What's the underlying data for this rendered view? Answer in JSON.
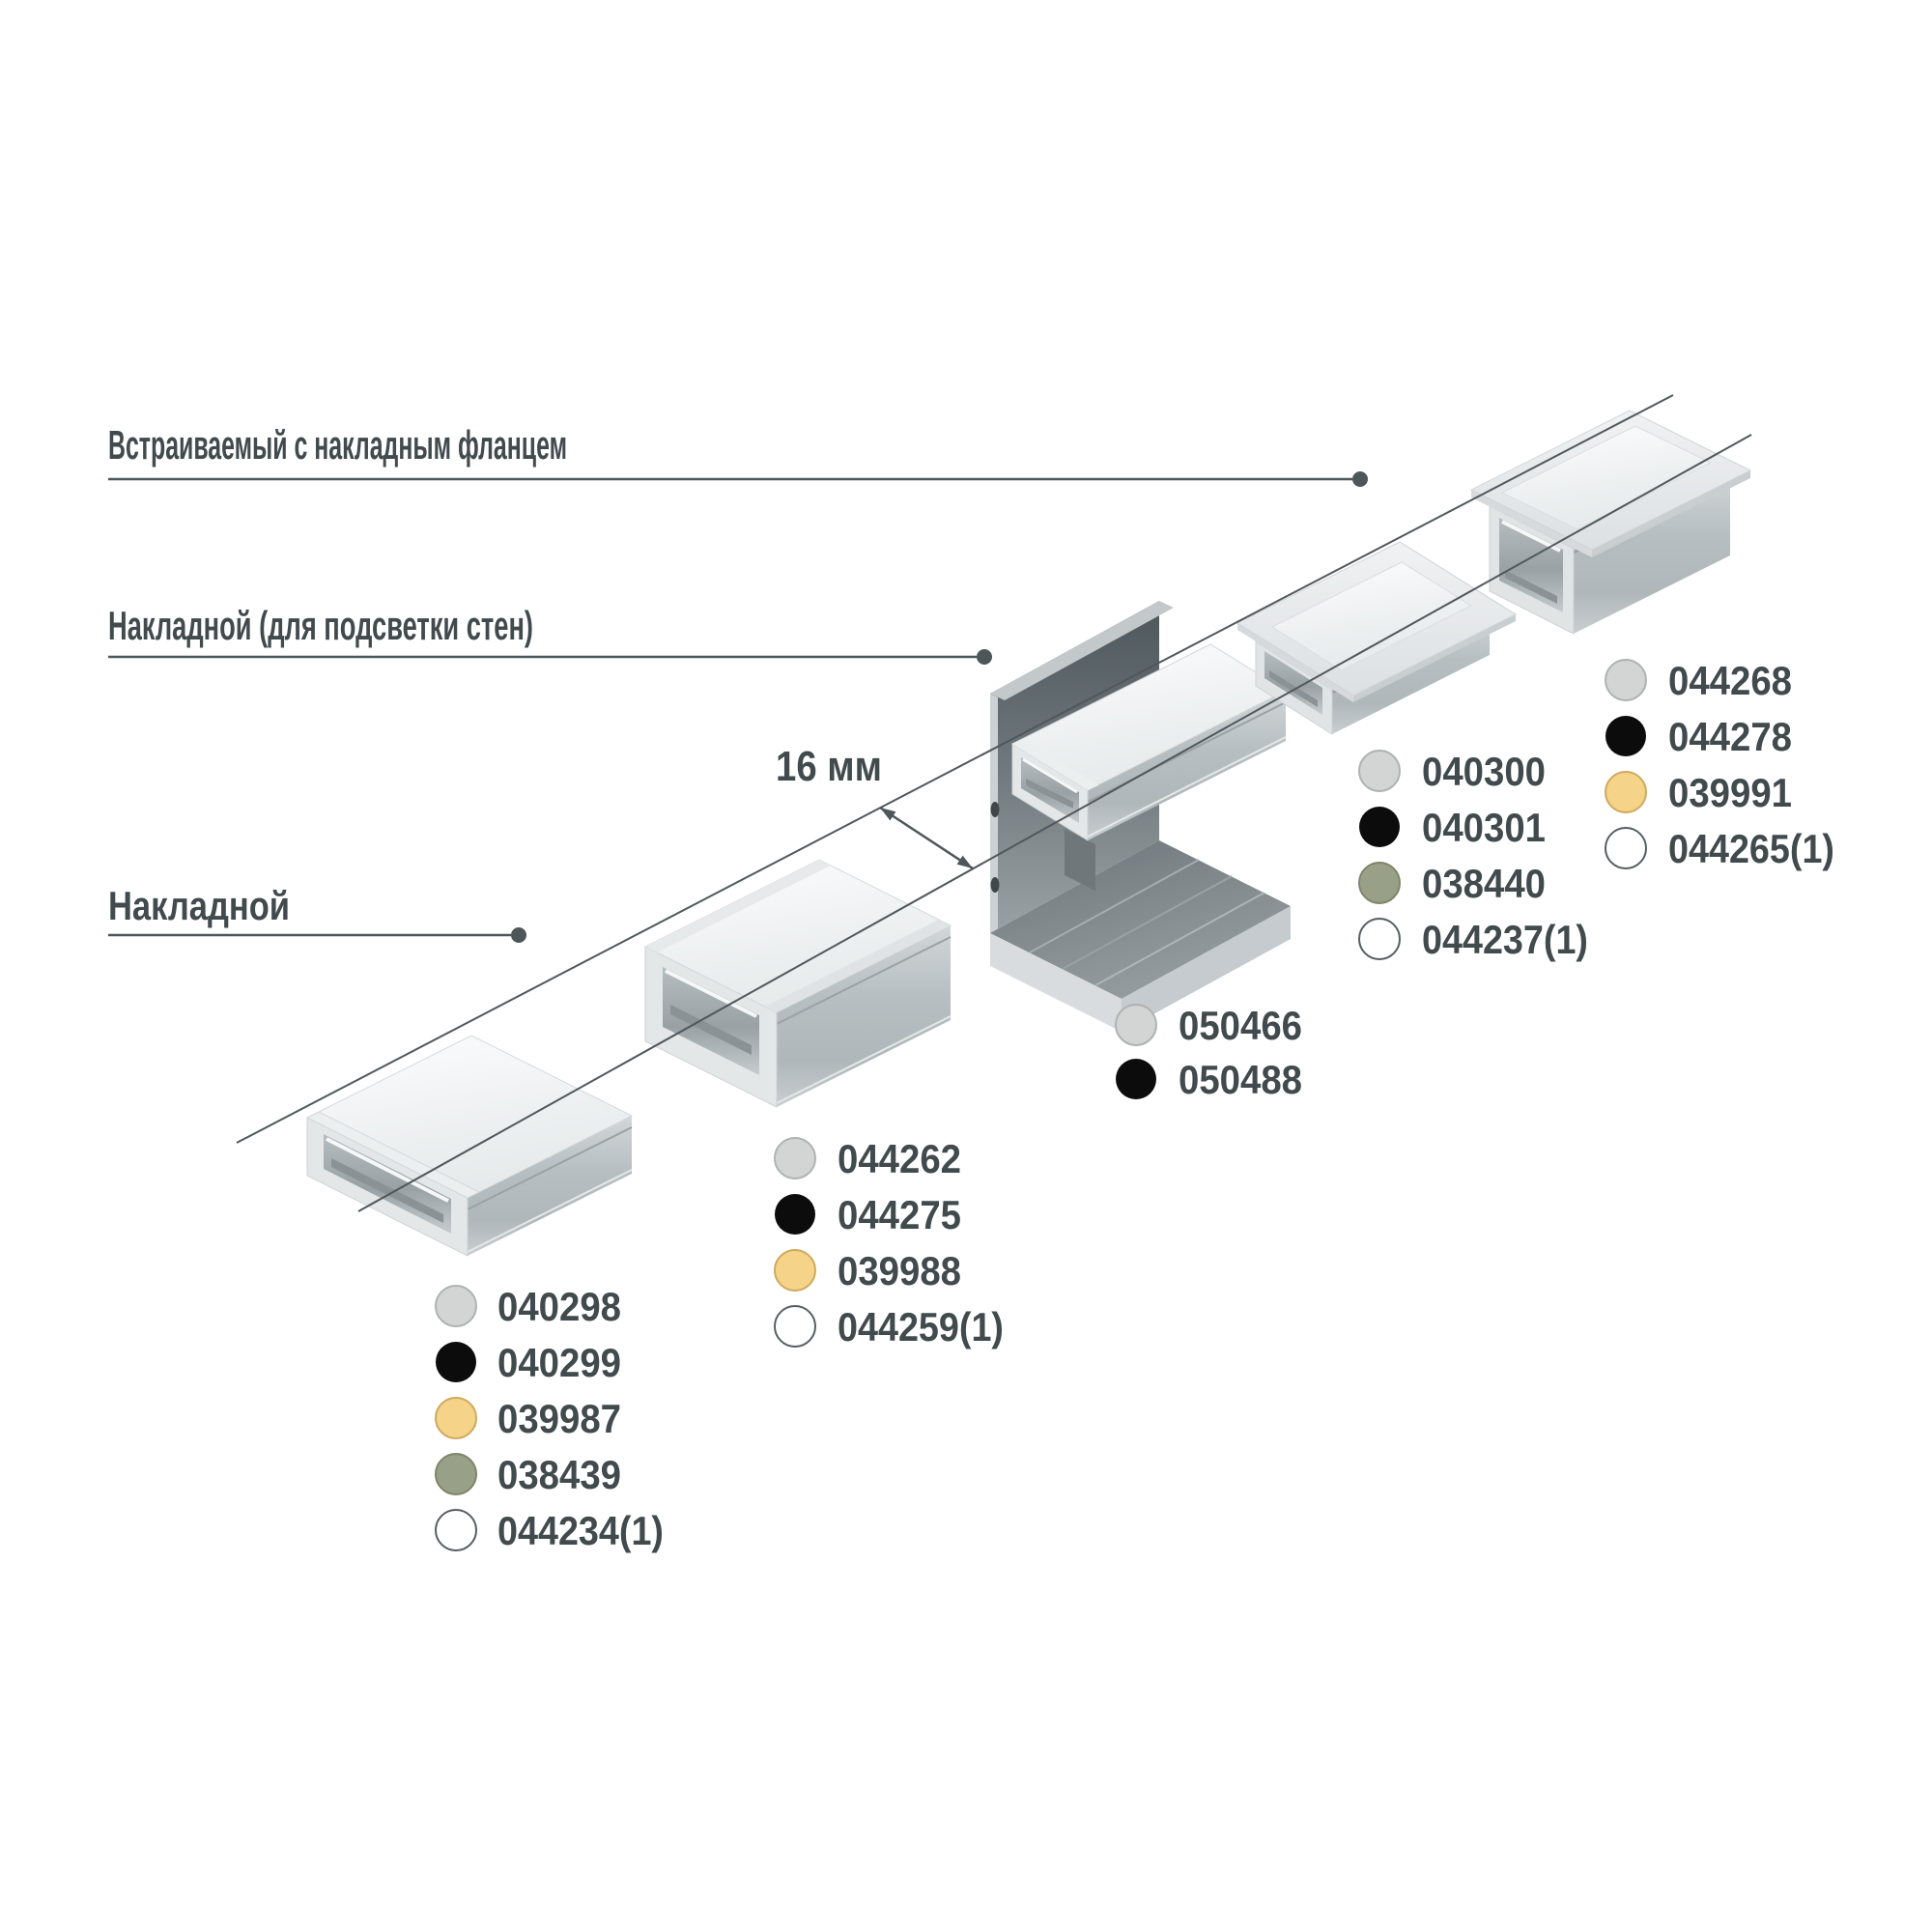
{
  "labels": {
    "recessed_flange": "Встраиваемый с накладным фланцем",
    "surface_wall": "Накладной (для подсветки стен)",
    "surface": "Накладной",
    "dimension": "16 мм"
  },
  "code_groups": [
    {
      "id": "surface-low",
      "items": [
        {
          "code": "040298",
          "variant": "silver"
        },
        {
          "code": "040299",
          "variant": "black"
        },
        {
          "code": "039987",
          "variant": "cream"
        },
        {
          "code": "038439",
          "variant": "olive"
        },
        {
          "code": "044234(1)",
          "variant": "white"
        }
      ]
    },
    {
      "id": "surface-tall",
      "items": [
        {
          "code": "044262",
          "variant": "silver"
        },
        {
          "code": "044275",
          "variant": "black"
        },
        {
          "code": "039988",
          "variant": "cream"
        },
        {
          "code": "044259(1)",
          "variant": "white"
        }
      ]
    },
    {
      "id": "wall-mount",
      "items": [
        {
          "code": "050466",
          "variant": "silver"
        },
        {
          "code": "050488",
          "variant": "black"
        }
      ]
    },
    {
      "id": "recessed-low",
      "items": [
        {
          "code": "040300",
          "variant": "silver"
        },
        {
          "code": "040301",
          "variant": "black"
        },
        {
          "code": "038440",
          "variant": "olive"
        },
        {
          "code": "044237(1)",
          "variant": "white"
        }
      ]
    },
    {
      "id": "recessed-tall",
      "items": [
        {
          "code": "044268",
          "variant": "silver"
        },
        {
          "code": "044278",
          "variant": "black"
        },
        {
          "code": "039991",
          "variant": "cream"
        },
        {
          "code": "044265(1)",
          "variant": "white"
        }
      ]
    }
  ],
  "colors": {
    "text": "#414a4d",
    "line": "#4d5659",
    "silver": "#d3d5d5",
    "black": "#0c0c0c",
    "cream": "#f5d489",
    "olive": "#99a088",
    "white": "#ffffff",
    "aluminum": "#b9c0c3",
    "aluminum_dark": "#525b5f",
    "diffuser": "#f7f9f9"
  }
}
